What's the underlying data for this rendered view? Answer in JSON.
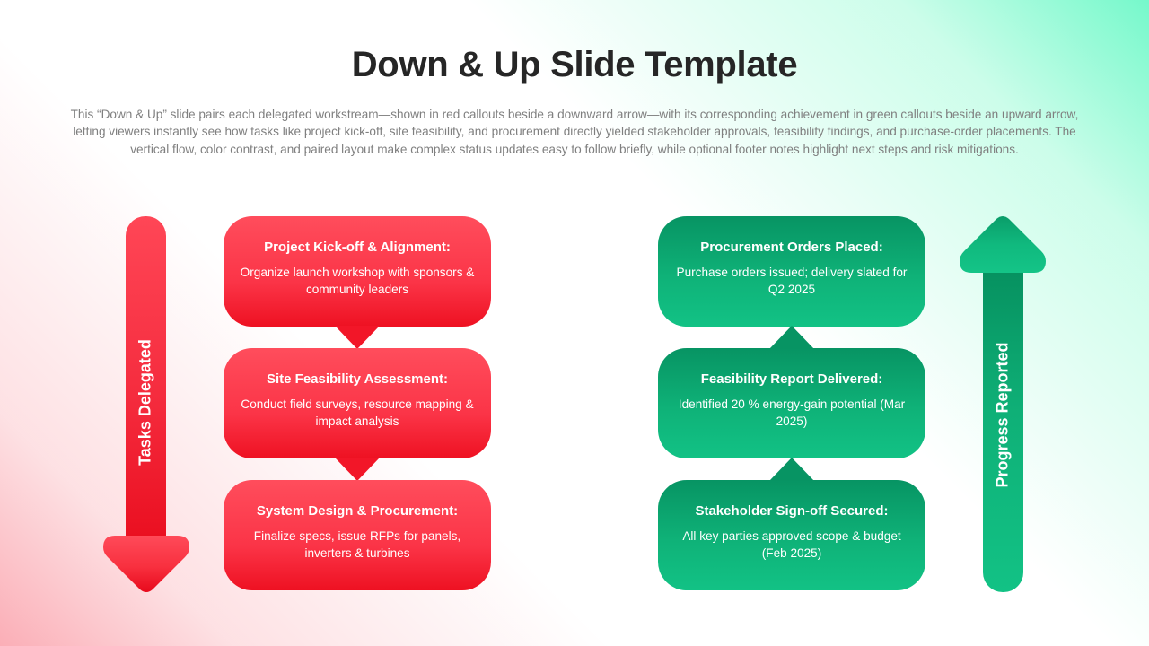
{
  "slide": {
    "title": "Down & Up Slide Template",
    "description": "This “Down & Up” slide pairs each delegated workstream—shown in red callouts beside a downward arrow—with its corresponding achievement in green callouts beside an upward arrow, letting viewers instantly see how tasks like project kick-off, site feasibility, and procurement directly yielded stakeholder approvals, feasibility findings, and purchase-order placements. The vertical flow, color contrast, and paired layout make complex status updates easy to follow briefly, while optional footer notes highlight next steps and risk mitigations."
  },
  "colors": {
    "red_accent": "#f52c3e",
    "green_accent": "#0fb077",
    "title_text": "#262626",
    "body_text": "#7f7f7f"
  },
  "left_arrow": {
    "icon": "arrow-down-icon",
    "label": "Tasks Delegated"
  },
  "right_arrow": {
    "icon": "arrow-up-icon",
    "label": "Progress Reported"
  },
  "tasks": [
    {
      "title": "Project Kick-off & Alignment:",
      "text": "Organize launch workshop with sponsors & community leaders"
    },
    {
      "title": "Site Feasibility Assessment:",
      "text": "Conduct field surveys, resource mapping & impact analysis"
    },
    {
      "title": "System Design & Procurement:",
      "text": "Finalize specs, issue RFPs for panels, inverters & turbines"
    }
  ],
  "progress": [
    {
      "title": "Procurement Orders Placed:",
      "text": "Purchase orders issued; delivery slated for Q2 2025"
    },
    {
      "title": "Feasibility Report Delivered:",
      "text": "Identified 20 % energy-gain potential (Mar 2025)"
    },
    {
      "title": "Stakeholder Sign-off Secured:",
      "text": "All key parties approved scope & budget (Feb 2025)"
    }
  ]
}
